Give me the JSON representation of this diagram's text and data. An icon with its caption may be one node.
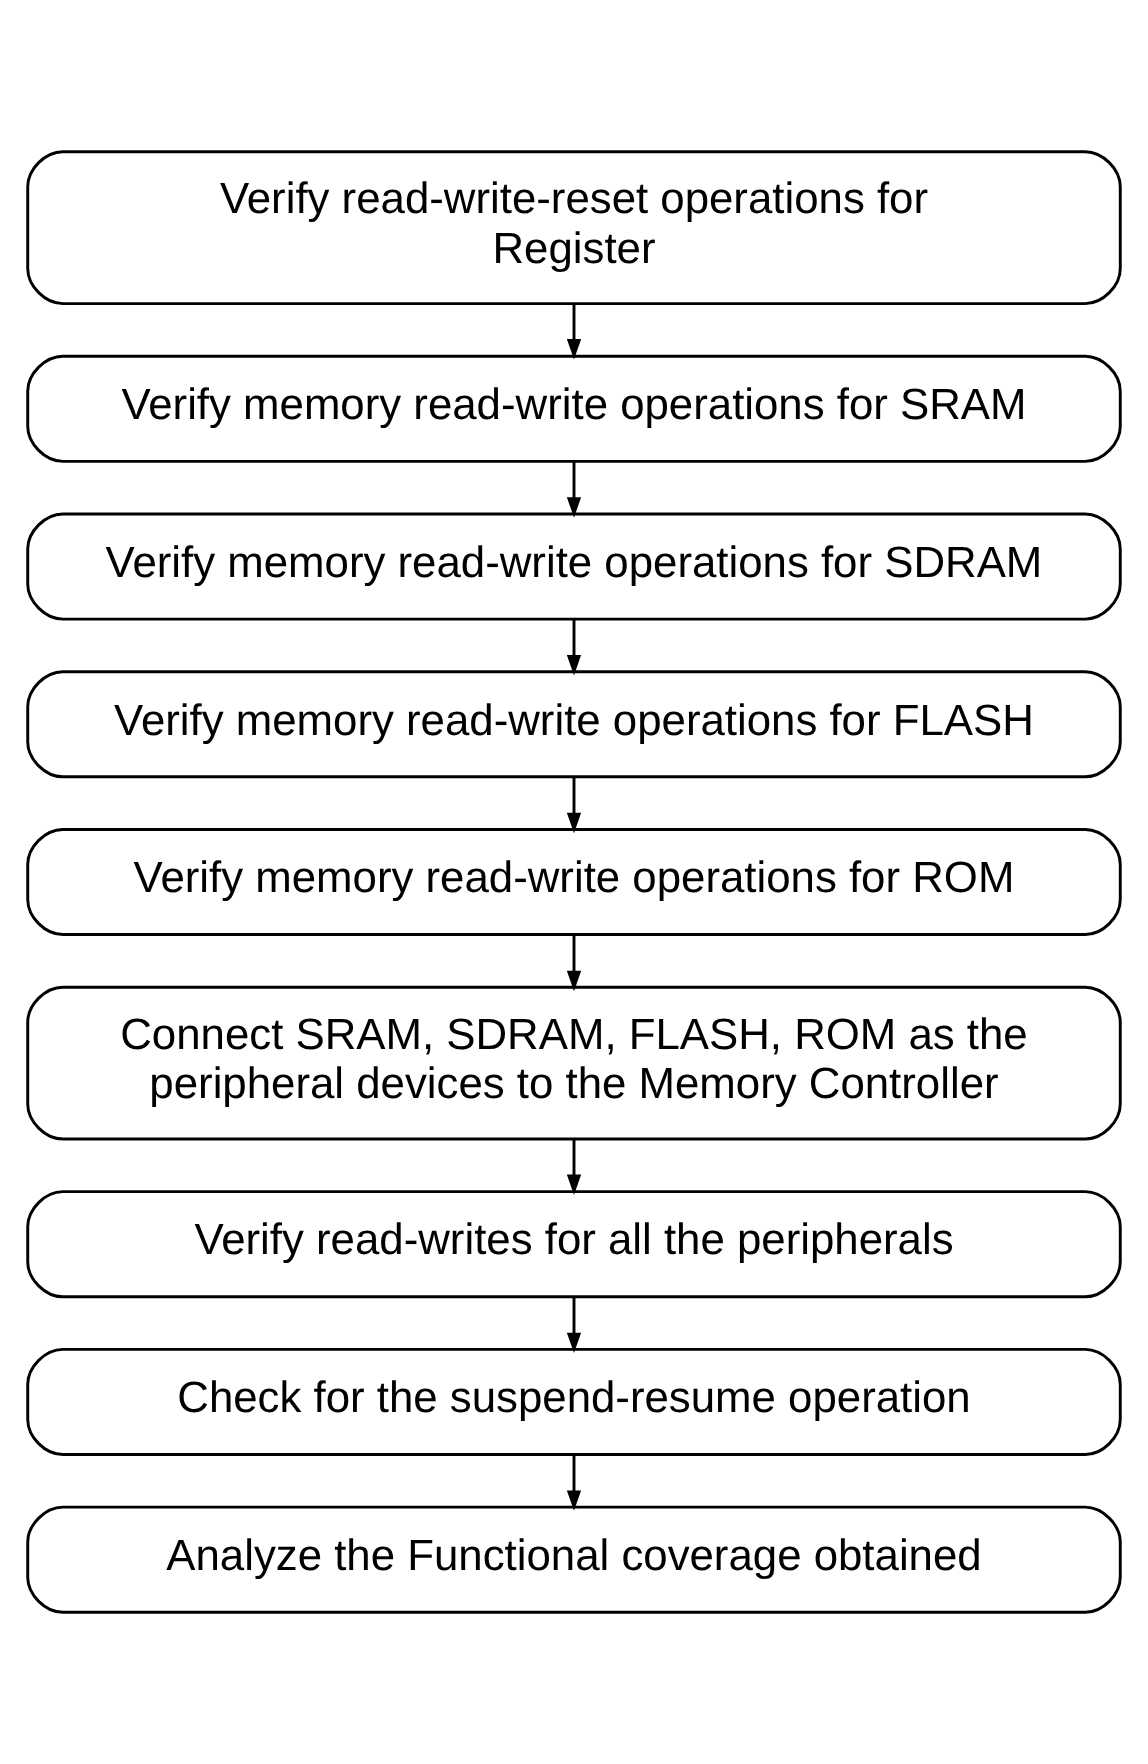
{
  "diagram": {
    "nodes": [
      {
        "text": [
          "Verify read-write-reset operations for Register"
        ]
      },
      {
        "text": [
          "Verify memory read-write operations for SRAM"
        ]
      },
      {
        "text": [
          "Verify memory read-write operations for SDRAM"
        ]
      },
      {
        "text": [
          "Verify memory read-write operations for FLASH"
        ]
      },
      {
        "text": [
          "Verify memory read-write operations for ROM"
        ]
      },
      {
        "text": [
          "Connect SRAM, SDRAM, FLASH, ROM as the peripheral devices to the Memory Controller"
        ]
      },
      {
        "text": [
          "Verify read-writes for all the peripherals"
        ]
      },
      {
        "text": [
          "Check for the suspend-resume operation"
        ]
      },
      {
        "text": [
          "Analyze the Functional coverage obtained"
        ]
      }
    ],
    "edges": [
      {
        "from": 0,
        "to": 1,
        "arrow": "to"
      },
      {
        "from": 1,
        "to": 2,
        "arrow": "to"
      },
      {
        "from": 2,
        "to": 3,
        "arrow": "to"
      },
      {
        "from": 3,
        "to": 4,
        "arrow": "to"
      },
      {
        "from": 4,
        "to": 5,
        "arrow": "to"
      },
      {
        "from": 5,
        "to": 6,
        "arrow": "to"
      },
      {
        "from": 6,
        "to": 7,
        "arrow": "to"
      },
      {
        "from": 7,
        "to": 8,
        "arrow": "to"
      }
    ]
  }
}
